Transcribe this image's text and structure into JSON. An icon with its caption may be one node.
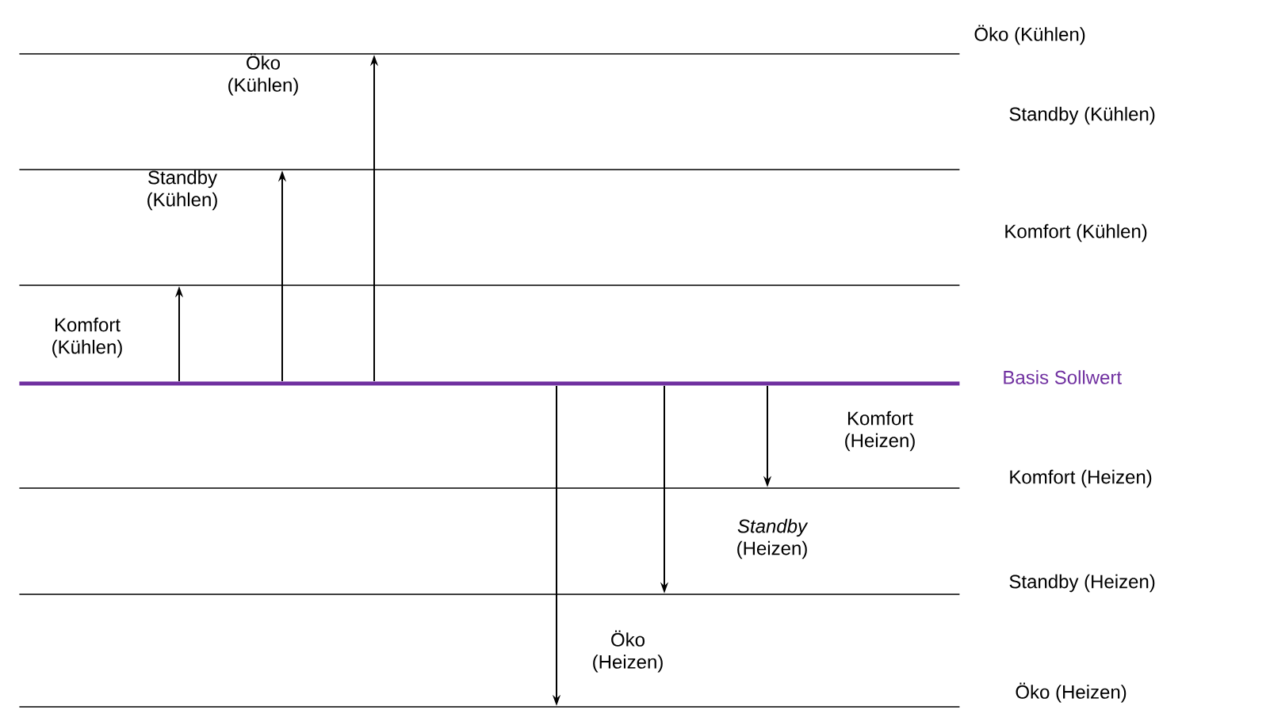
{
  "diagram": {
    "nodes": [
      {
        "text": [
          "Öko (Kühlen)"
        ]
      },
      {
        "text": [
          "Standby (Kühlen)"
        ]
      },
      {
        "text": [
          "Komfort (Kühlen)"
        ]
      },
      {
        "text": [
          "Basis Sollwert"
        ]
      },
      {
        "text": [
          "Komfort (Heizen)"
        ]
      },
      {
        "text": [
          "Standby (Heizen)"
        ]
      },
      {
        "text": [
          "Öko (Heizen)"
        ]
      }
    ],
    "edges": [
      {
        "from": 3,
        "to": 2,
        "arrow": "to",
        "label": "Komfort (Kühlen)"
      },
      {
        "from": 3,
        "to": 1,
        "arrow": "to",
        "label": "Standby (Kühlen)"
      },
      {
        "from": 3,
        "to": 0,
        "arrow": "to",
        "label": "Öko (Kühlen)"
      },
      {
        "from": 3,
        "to": 4,
        "arrow": "to",
        "label": "Komfort (Heizen)"
      },
      {
        "from": 3,
        "to": 5,
        "arrow": "to",
        "label": "*Standby* (Heizen)"
      },
      {
        "from": 3,
        "to": 6,
        "arrow": "to",
        "label": "Öko (Heizen)"
      }
    ]
  }
}
